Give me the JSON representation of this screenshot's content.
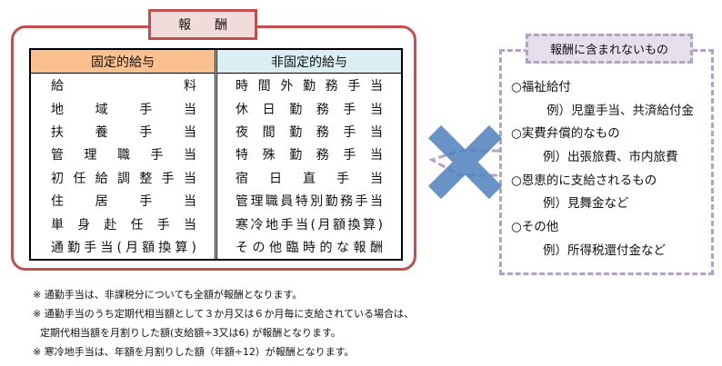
{
  "title": "報酬",
  "fixed": {
    "header": "固定的給与",
    "items": [
      "給料",
      "地域手当",
      "扶養手当",
      "管理職手当",
      "初任給調整手当",
      "住居手当",
      "単身赴任手当",
      "通勤手当(月額換算)"
    ]
  },
  "nonfixed": {
    "header": "非固定的給与",
    "items": [
      "時間外勤務手当",
      "休日勤務手当",
      "夜間勤務手当",
      "特殊勤務手当",
      "宿日直手当",
      "管理職員特別勤務手当",
      "寒冷地手当(月額換算)",
      "その他臨時的な報酬"
    ]
  },
  "excluded": {
    "title": "報酬に含まれないもの",
    "items": [
      {
        "label": "○福祉給付",
        "example": "例）児童手当、共済給付金"
      },
      {
        "label": "○実費弁償的なもの",
        "example": "例）出張旅費、市内旅費"
      },
      {
        "label": "○恩恵的に支給されるもの",
        "example": "例）見舞金など"
      },
      {
        "label": "○その他",
        "example": "例）所得税還付金など"
      }
    ]
  },
  "notes": [
    "※ 通勤手当は、非課税分についても全額が報酬となります。",
    "※ 通勤手当のうち定期代相当額として３か月又は６か月毎に支給されている場合は、",
    "定期代相当額を月割りした額(支給額÷3又は6) が報酬となります。",
    "※ 寒冷地手当は、年額を月割りした額（年額÷12）が報酬となります。"
  ],
  "colors": {
    "red": "#c0504d",
    "orange": "#fac090",
    "lightblue": "#dbeef3",
    "purple": "#b3a2c7",
    "cross": "#4f81bd"
  }
}
